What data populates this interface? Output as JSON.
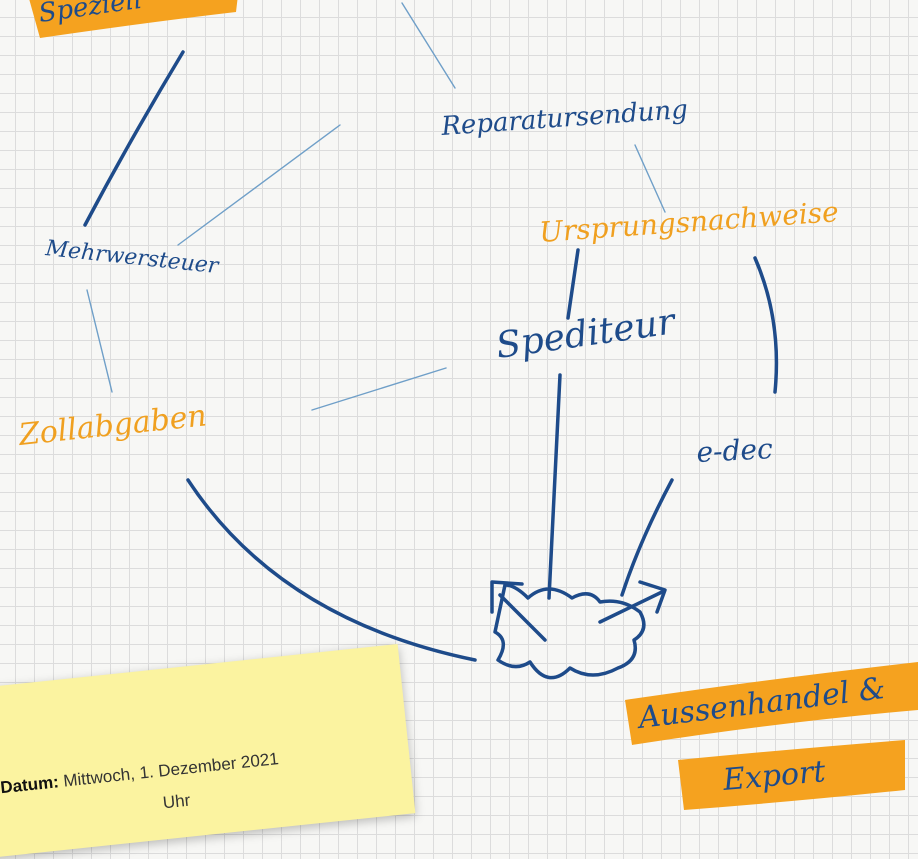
{
  "banner_top": {
    "text": "Speziell",
    "color": "#f5a21f"
  },
  "terms": {
    "reparatursendung": "Reparatursendung",
    "ursprungsnachweise": "Ursprungsnachweise",
    "mehrwersteuer": "Mehrwersteuer",
    "spediteur": "Spediteur",
    "zollabgaben": "Zollabgaben",
    "edec": "e-dec"
  },
  "banner_bottom": {
    "line1": "Aussenhandel &",
    "line2": "Export",
    "color": "#f5a21f"
  },
  "note": {
    "date_label": "Datum:",
    "date_value": "Mittwoch, 1. Dezember 2021",
    "time_value": "Uhr",
    "background": "#fbf3a0"
  },
  "colors": {
    "ink_blue": "#1e4b8a",
    "ink_light": "#6f9fc8",
    "accent_orange": "#f0a020"
  }
}
